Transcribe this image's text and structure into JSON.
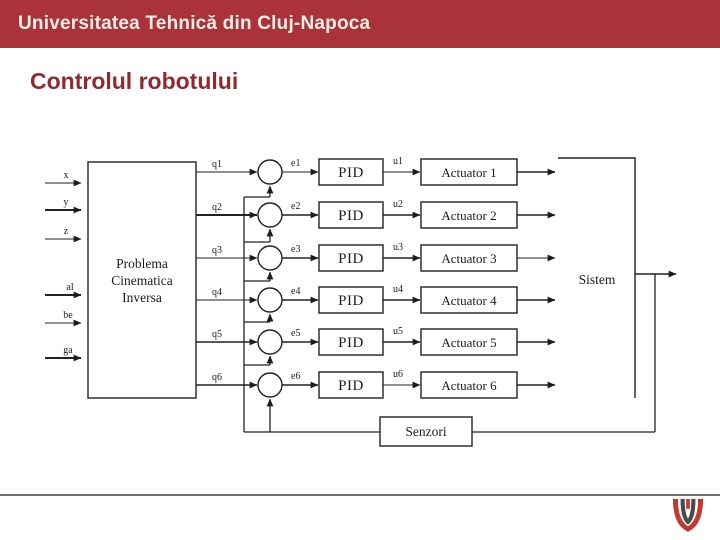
{
  "header": {
    "university": "Universitatea Tehnică din Cluj-Napoca"
  },
  "title": "Controlul robotului",
  "colors": {
    "header_bg": "#A93338",
    "header_text": "#F3EEE4",
    "title_color": "#8E2B31",
    "diagram_line": "#222222",
    "logo_red": "#C03A30",
    "logo_gray": "#4A4A4A",
    "divider": "#6F6F6F"
  },
  "diagram": {
    "inputs": [
      "x",
      "y",
      "z",
      "al",
      "be",
      "ga"
    ],
    "ik_block": {
      "line1": "Problema",
      "line2": "Cinematica",
      "line3": "Inversa"
    },
    "pid_label": "PID",
    "sistem_label": "Sistem",
    "senzori_label": "Senzori",
    "rows": [
      {
        "q": "q1",
        "e": "e1",
        "u": "u1",
        "actuator": "Actuator 1"
      },
      {
        "q": "q2",
        "e": "e2",
        "u": "u2",
        "actuator": "Actuator 2"
      },
      {
        "q": "q3",
        "e": "e3",
        "u": "u3",
        "actuator": "Actuator 3"
      },
      {
        "q": "q4",
        "e": "e4",
        "u": "u4",
        "actuator": "Actuator 4"
      },
      {
        "q": "q5",
        "e": "e5",
        "u": "u5",
        "actuator": "Actuator 5"
      },
      {
        "q": "q6",
        "e": "e6",
        "u": "u6",
        "actuator": "Actuator 6"
      }
    ]
  }
}
